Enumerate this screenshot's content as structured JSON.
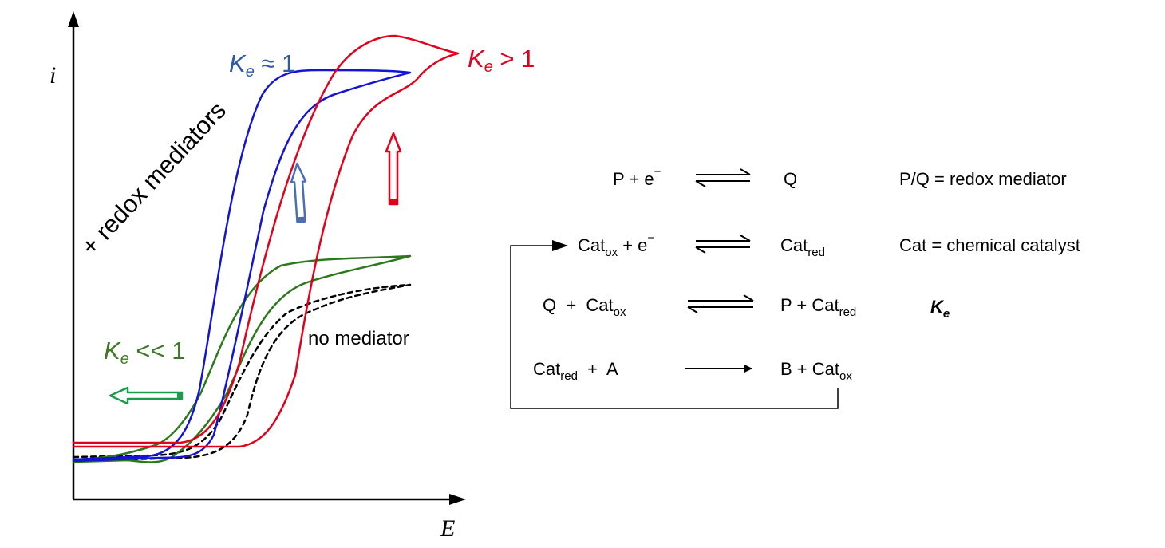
{
  "axes": {
    "y_label": "i",
    "x_label": "E"
  },
  "colors": {
    "blue": "#1414d2",
    "blue_label": "#2f5aa8",
    "red": "#e3001b",
    "green": "#2b7a1a",
    "black": "#000000",
    "arrow_blue": "#4a6fb5",
    "arrow_red": "#e3001b",
    "arrow_green": "#1e9b4a"
  },
  "curve_labels": {
    "blue": {
      "k": "K",
      "sub": "e",
      "rel": " ≈ 1"
    },
    "red": {
      "k": "K",
      "sub": "e",
      "rel": " > 1"
    },
    "green": {
      "k": "K",
      "sub": "e",
      "rel": " << 1"
    },
    "no_mediator": "no mediator",
    "mediators": "+ redox mediators"
  },
  "reactions": [
    {
      "left": "P + e",
      "left_sup": "−",
      "right": "Q",
      "note": "P/Q = redox mediator"
    },
    {
      "left": "Cat",
      "left_sub": "ox",
      "left_tail": " + e",
      "left_sup": "−",
      "right": "Cat",
      "right_sub": "red",
      "note": "Cat = chemical catalyst"
    },
    {
      "left": "Q  +  Cat",
      "left_sub": "ox",
      "right": "P + Cat",
      "right_sub": "red",
      "note_k": "K",
      "note_k_sub": "e"
    },
    {
      "left": "Cat",
      "left_sub": "red",
      "left_tail": "  +  A",
      "right": "B + Cat",
      "right_sub": "ox"
    }
  ]
}
